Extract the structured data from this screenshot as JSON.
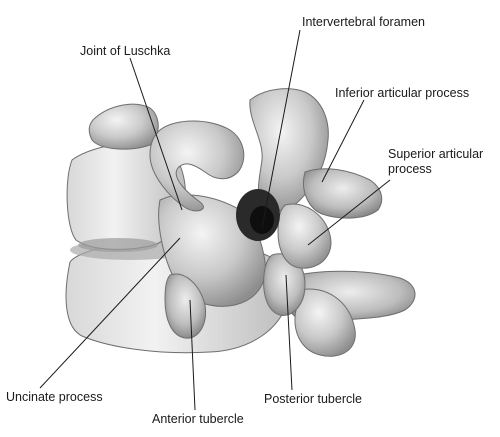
{
  "labels": {
    "joint_of_luschka": "Joint of Luschka",
    "intervertebral_foramen": "Intervertebral foramen",
    "inferior_articular_process": "Inferior articular process",
    "superior_articular_process_line1": "Superior articular",
    "superior_articular_process_line2": "process",
    "uncinate_process": "Uncinate process",
    "posterior_tubercle": "Posterior tubercle",
    "anterior_tubercle": "Anterior tubercle"
  }
}
